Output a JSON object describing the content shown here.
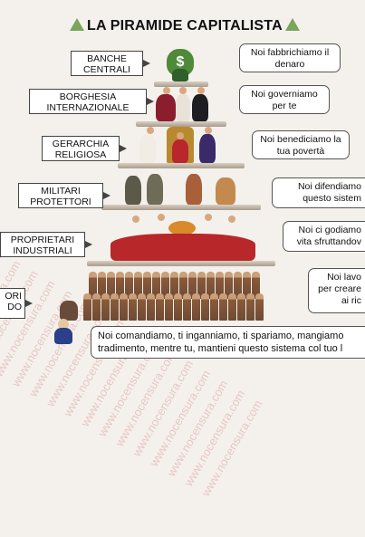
{
  "title": "LA PIRAMIDE CAPITALISTA",
  "watermark": "www.nocensura.com",
  "tiers": [
    {
      "label": "BANCHE CENTRALI",
      "bubble": "Noi fabbrichiamo il denaro"
    },
    {
      "label": "BORGHESIA INTERNAZIONALE",
      "bubble": "Noi governiamo per te"
    },
    {
      "label": "GERARCHIA RELIGIOSA",
      "bubble": "Noi benediciamo la tua povertà"
    },
    {
      "label": "MILITARI PROTETTORI",
      "bubble": "Noi difendiamo questo sistem"
    },
    {
      "label": "PROPRIETARI INDUSTRIALI",
      "bubble": "Noi ci godiamo vita sfruttandov"
    },
    {
      "label": "ORI DO",
      "bubble": "Noi lavo per creare ai ric"
    }
  ],
  "bottom_text": "Noi comandiamo, ti inganniamo, ti spariamo, mangiamo tradimento, mentre tu, mantieni questo sistema col tuo l",
  "colors": {
    "accent": "#7aa55a",
    "table": "#b8272a"
  },
  "icons": [
    "money-bag-icon",
    "triangle-icon"
  ]
}
